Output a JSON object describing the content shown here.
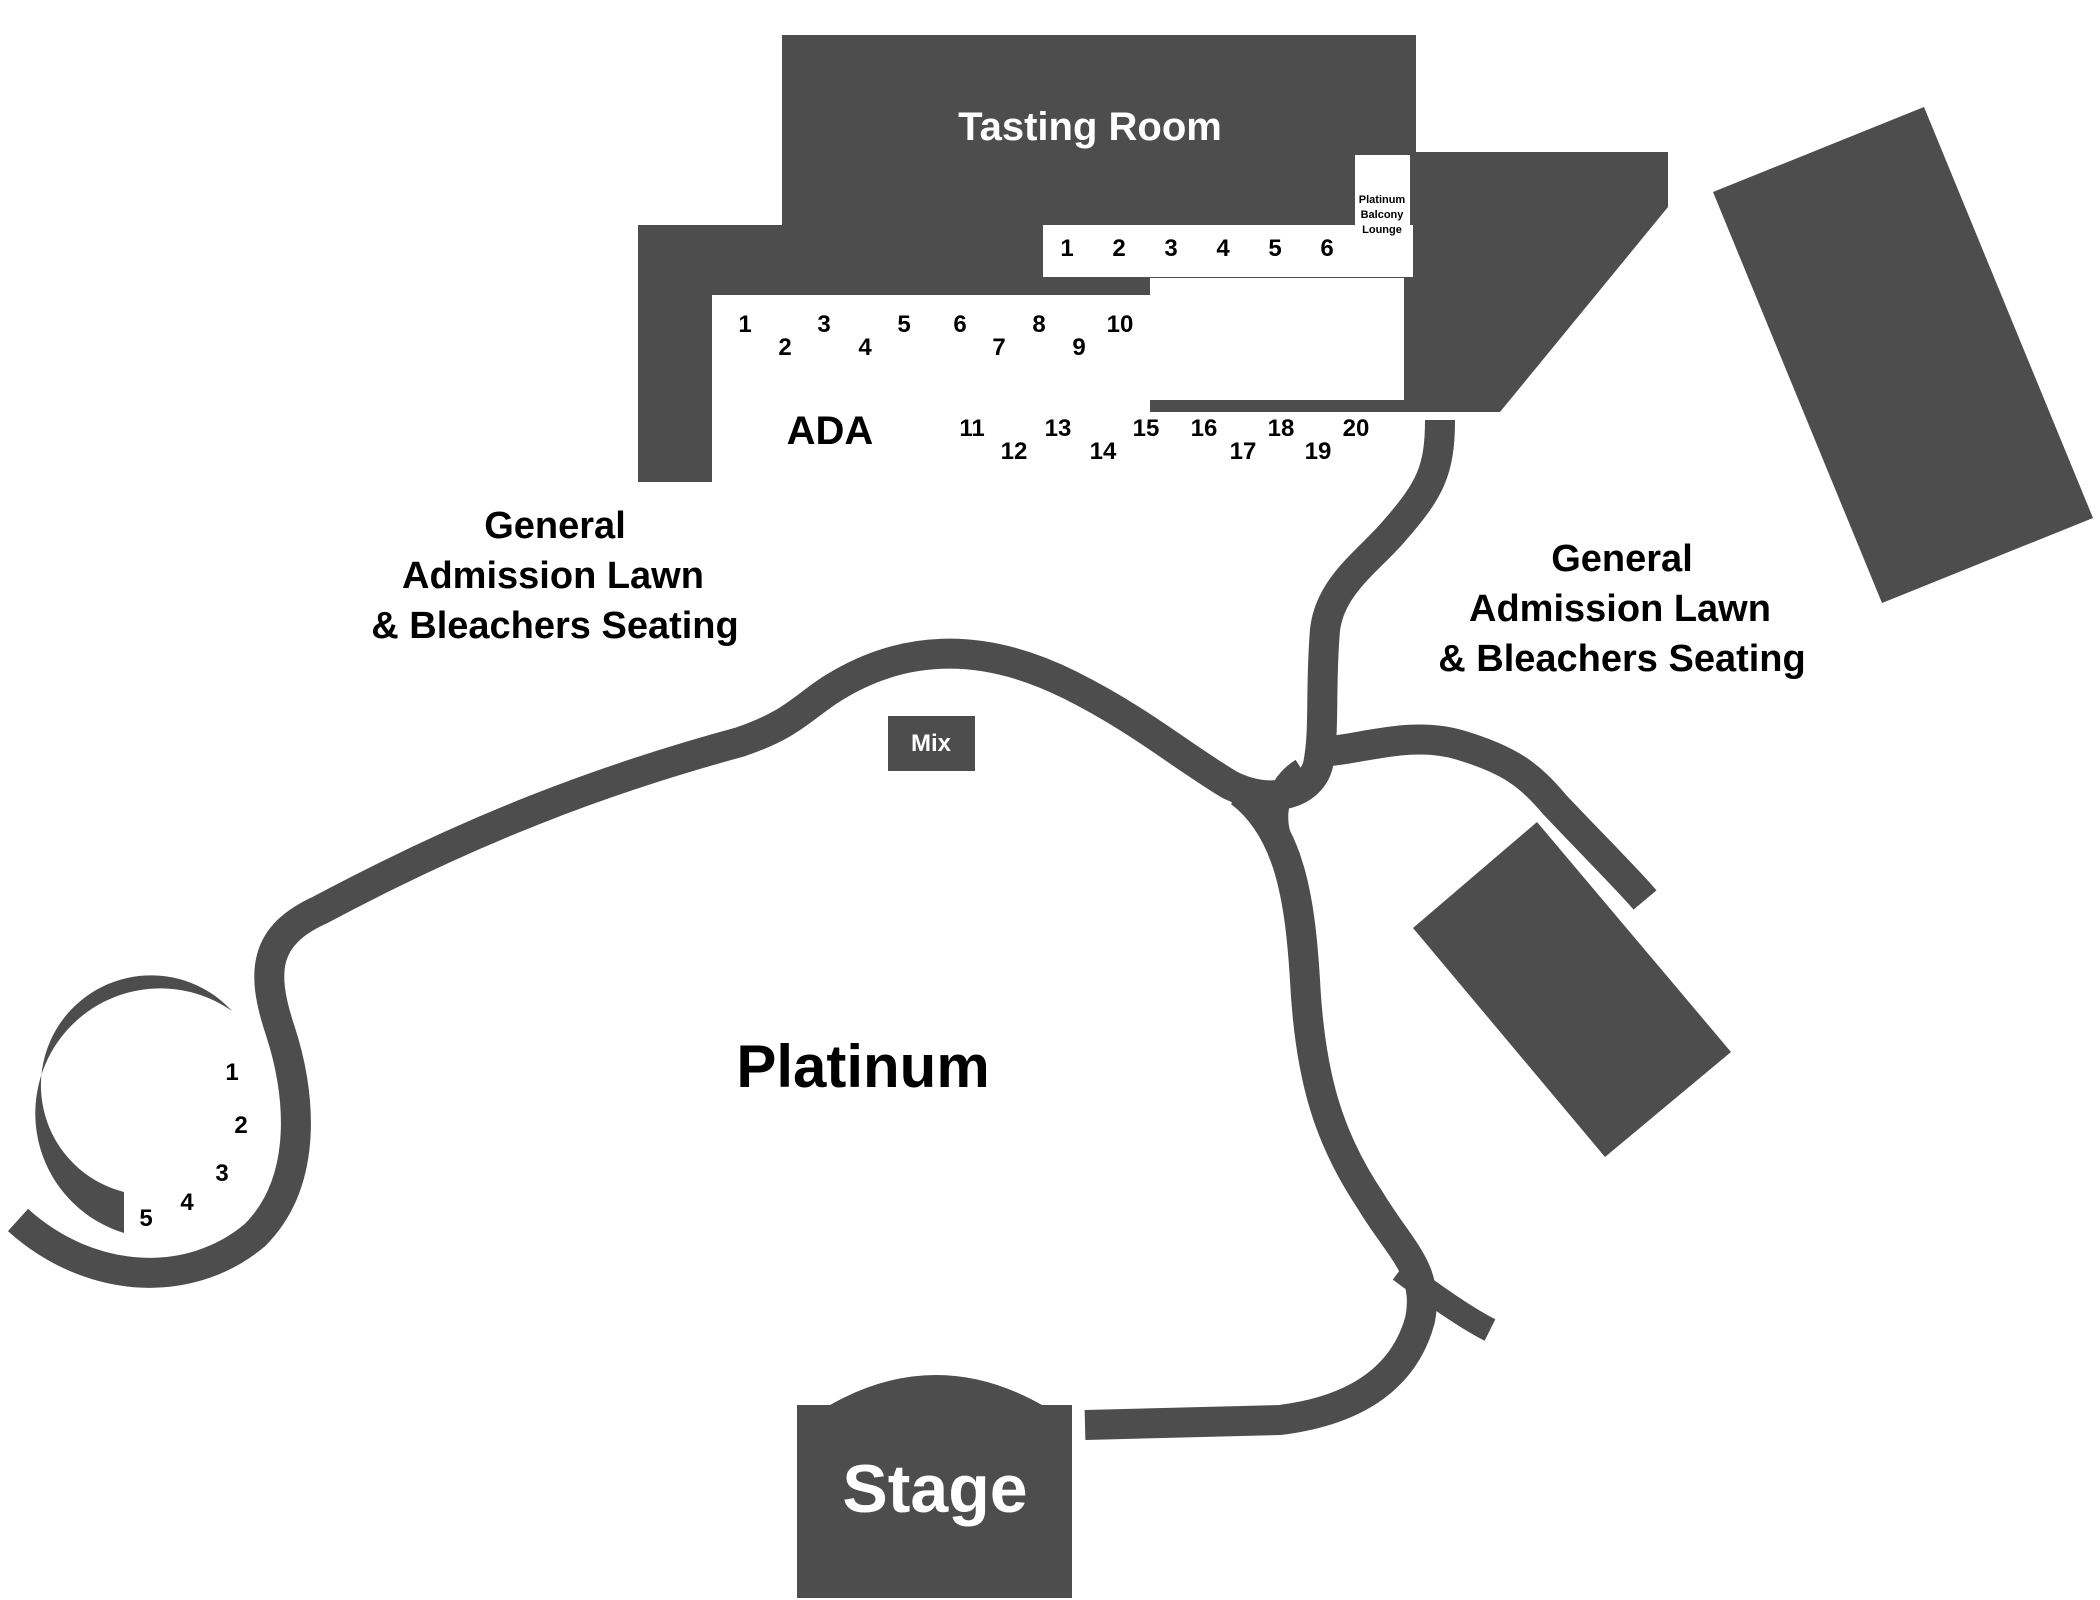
{
  "colors": {
    "venue_fill": "#4d4d4d",
    "background": "#ffffff",
    "text": "#000000",
    "text_on_dark": "#ffffff"
  },
  "areas": {
    "tasting_room": "Tasting Room",
    "balcony_lounge": [
      "Platinum",
      "Balcony",
      "Lounge"
    ],
    "ada": "ADA",
    "ga_left": [
      "General",
      "Admission Lawn",
      "& Bleachers Seating"
    ],
    "ga_right": [
      "General",
      "Admission Lawn",
      "& Bleachers Seating"
    ],
    "mix": "Mix",
    "platinum": "Platinum",
    "stage": "Stage"
  },
  "sections": {
    "balcony": [
      "1",
      "2",
      "3",
      "4",
      "5",
      "6"
    ],
    "terrace_upper": [
      "1",
      "2",
      "3",
      "4",
      "5",
      "6",
      "7",
      "8",
      "9",
      "10"
    ],
    "terrace_lower": [
      "11",
      "12",
      "13",
      "14",
      "15",
      "16",
      "17",
      "18",
      "19",
      "20"
    ],
    "circle": [
      "1",
      "2",
      "3",
      "4",
      "5"
    ]
  }
}
